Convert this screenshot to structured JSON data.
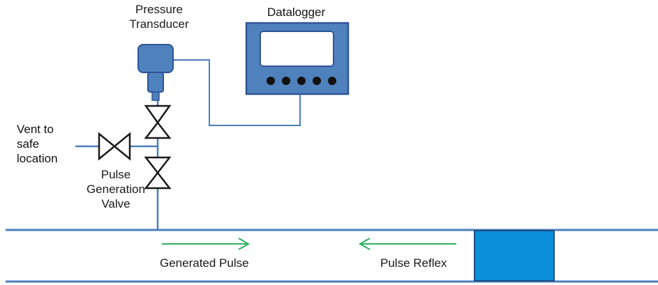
{
  "labels": {
    "pressure_transducer": [
      "Pressure",
      "Transducer"
    ],
    "datalogger": "Datalogger",
    "vent": [
      "Vent to",
      "safe",
      "location"
    ],
    "pulse_valve": [
      "Pulse",
      "Generation",
      "Valve"
    ],
    "generated_pulse": "Generated Pulse",
    "pulse_reflex": "Pulse Reflex"
  },
  "colors": {
    "pipe": "#4a7ebb",
    "device_fill": "#4f81bd",
    "device_stroke": "#2f5597",
    "screen_fill": "#ffffff",
    "arrow": "#2fb062",
    "block_fill": "#0a8fd8",
    "block_stroke": "#1f4f88",
    "valve_stroke": "#1a1a1a"
  }
}
